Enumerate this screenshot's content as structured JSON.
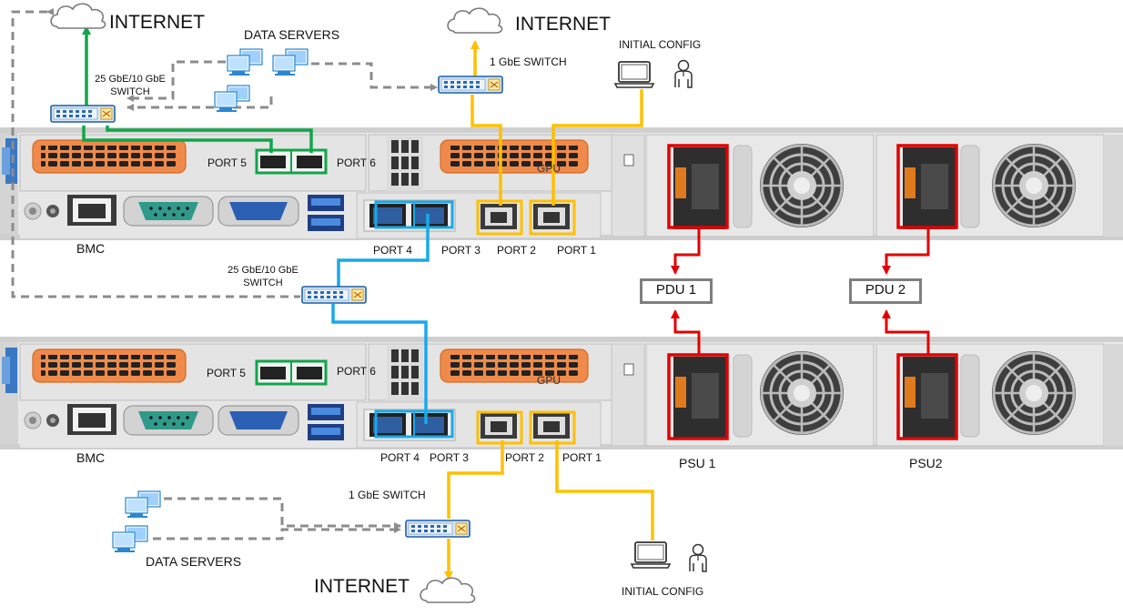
{
  "labels": {
    "internet": "INTERNET",
    "data_servers": "DATA SERVERS",
    "initial_config": "INITIAL CONFIG",
    "switch_1g": "1 GbE SWITCH",
    "switch_25g_line1": "25 GbE/10 GbE",
    "switch_25g_line2": "SWITCH",
    "bmc": "BMC",
    "gpu": "GPU",
    "port1": "PORT 1",
    "port2": "PORT 2",
    "port3": "PORT 3",
    "port4": "PORT 4",
    "port5": "PORT 5",
    "port6": "PORT 6",
    "pdu1": "PDU 1",
    "pdu2": "PDU 2",
    "psu1": "PSU 1",
    "psu2": "PSU2"
  },
  "colors": {
    "green_link": "#12a54a",
    "yellow_link": "#ffc000",
    "blue_link": "#18a9ea",
    "power_link": "#e00000",
    "management_link": "#8c8c8c",
    "psu_highlight": "#e00000",
    "riser_orange": "#ec7a2b"
  },
  "icons": [
    "cloud-icon",
    "network-switch-icon",
    "desktop-computer-icon",
    "laptop-icon",
    "user-icon",
    "server-chassis-icon",
    "power-supply-icon",
    "fan-icon"
  ]
}
